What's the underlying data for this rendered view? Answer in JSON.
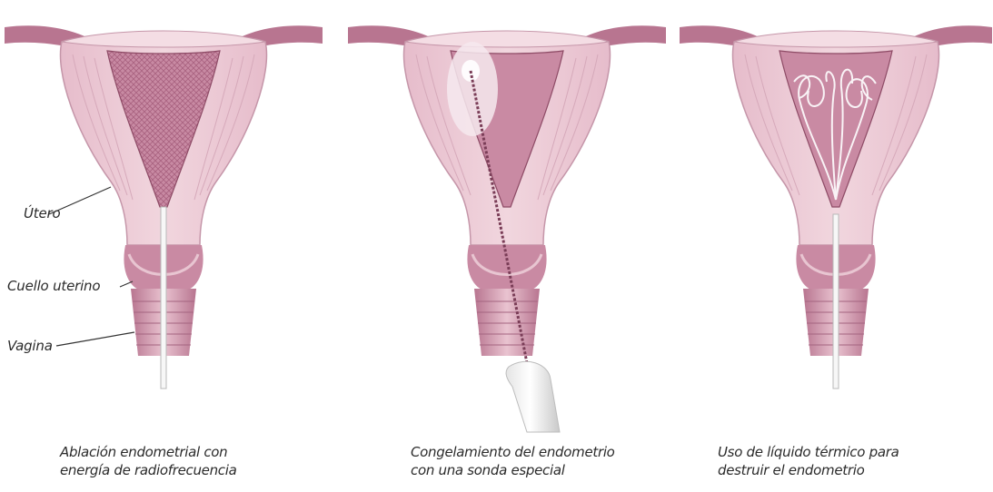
{
  "labels": {
    "utero": "Útero",
    "cuello": "Cuello uterino",
    "vagina": "Vagina"
  },
  "captions": [
    {
      "line1": "Ablación endometrial con",
      "line2": "energía de radiofrecuencia"
    },
    {
      "line1": "Congelamiento del endometrio",
      "line2": "con una sonda especial"
    },
    {
      "line1": "Uso de líquido térmico para",
      "line2": "destruir el endometrio"
    }
  ],
  "colors": {
    "tissue": "#ecc8d2",
    "tissue_light": "#f3d9e0",
    "tissue_dark": "#a85a78",
    "tube_band": "#b87590",
    "cavity": "#c98aa3",
    "line": "#9b5a73"
  }
}
